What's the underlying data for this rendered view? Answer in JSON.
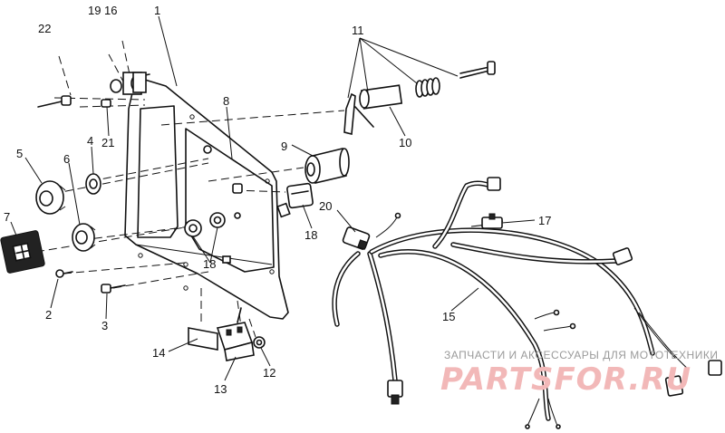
{
  "callouts": {
    "c1": "1",
    "c2": "2",
    "c3": "3",
    "c4": "4",
    "c5": "5",
    "c6": "6",
    "c7": "7",
    "c8": "8",
    "c9": "9",
    "c10": "10",
    "c11": "11",
    "c12": "12",
    "c13": "13",
    "c14": "14",
    "c15": "15",
    "c16": "16",
    "c17": "17",
    "c18a": "18",
    "c18b": "18",
    "c19": "19",
    "c20": "20",
    "c21": "21",
    "c22": "22"
  },
  "watermark": {
    "subtitle": "ЗАПЧАСТИ И АКСЕССУАРЫ ДЛЯ МОТОТЕХНИКИ",
    "brand": "PARTSFOR.RU"
  }
}
